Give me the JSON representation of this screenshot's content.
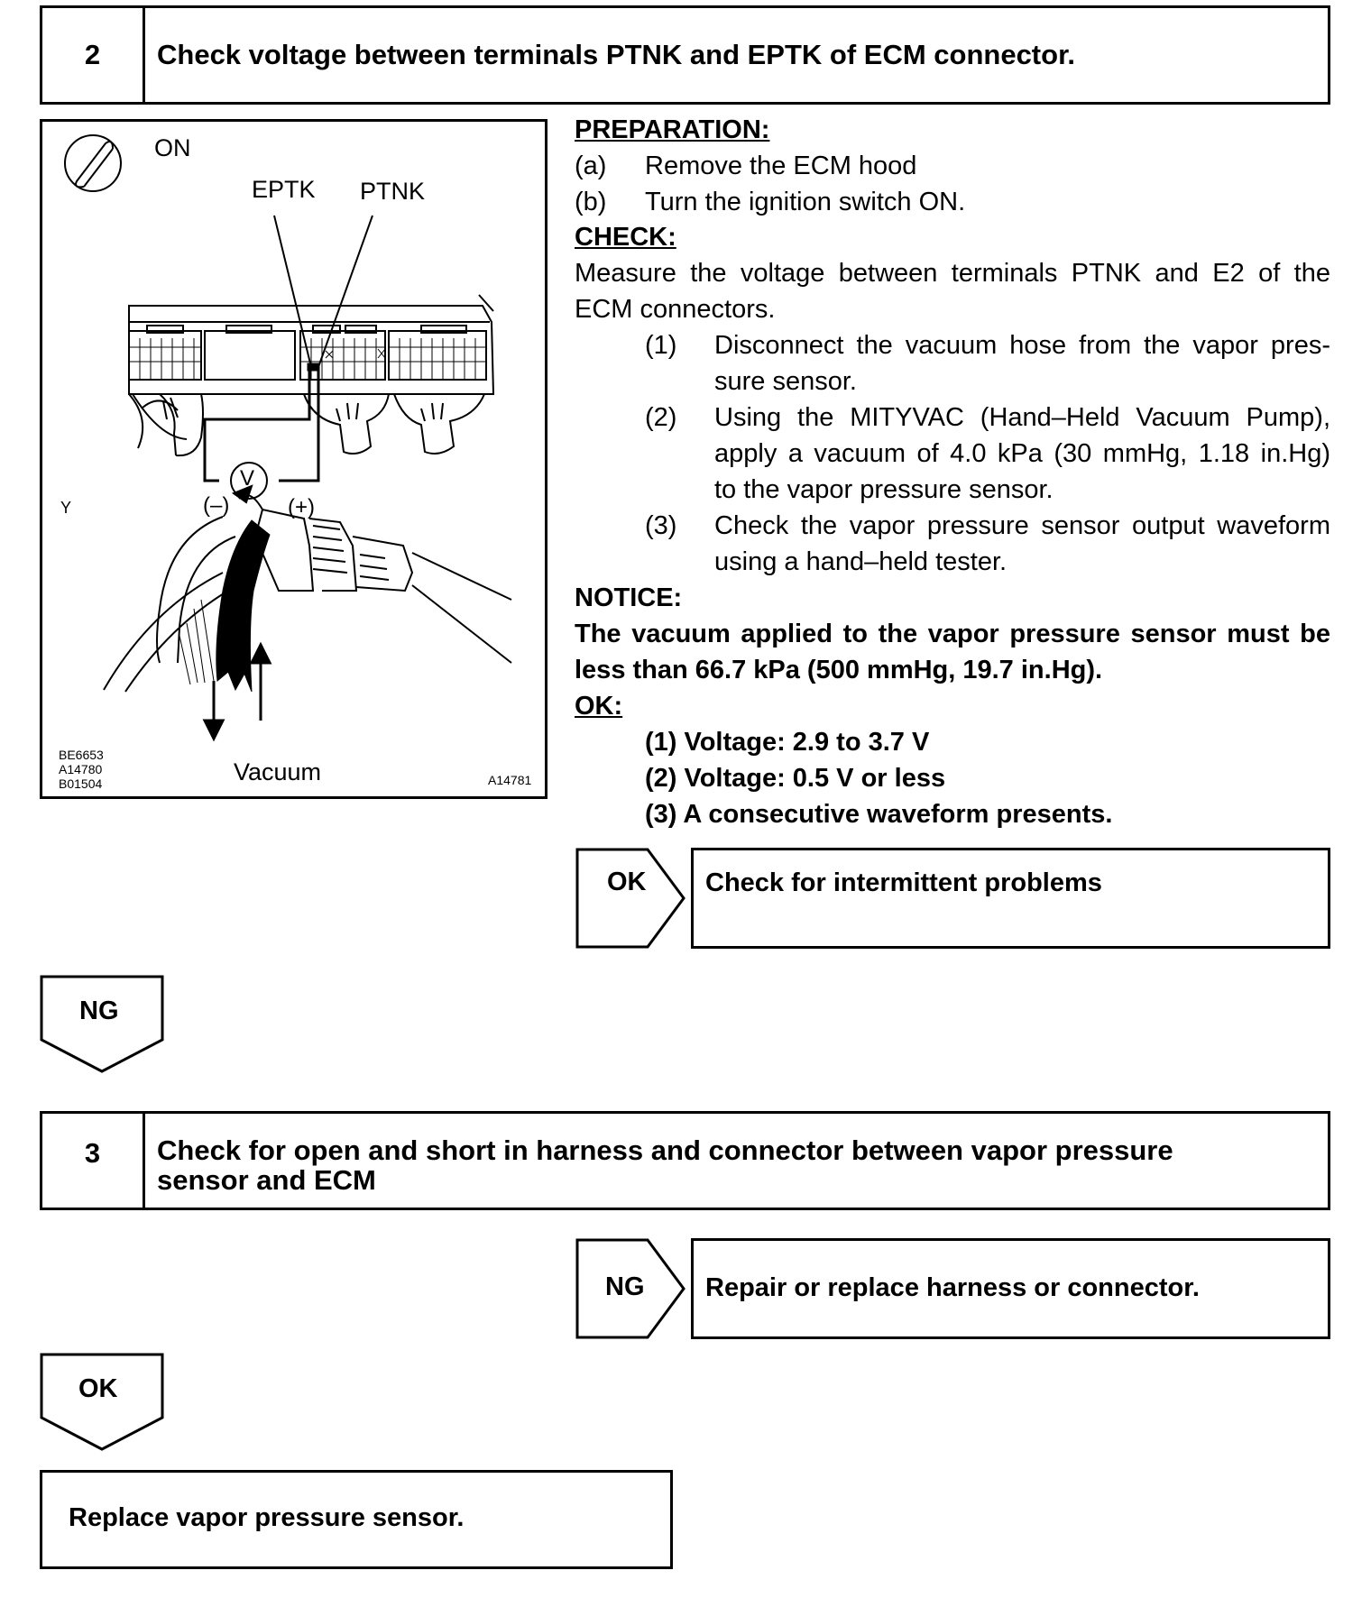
{
  "step2": {
    "number": "2",
    "title": "Check voltage between terminals PTNK and EPTK of ECM connector."
  },
  "figure": {
    "ignition_label": "ON",
    "terminal_eptk": "EPTK",
    "terminal_ptnk": "PTNK",
    "voltmeter": "V",
    "minus": "(–)",
    "plus": "(+)",
    "y_label": "Y",
    "vacuum_label": "Vacuum",
    "codes": [
      "BE6653",
      "A14780",
      "B01504"
    ],
    "figure_code": "A14781"
  },
  "procedure": {
    "preparation_heading": "PREPARATION:",
    "prep_steps": [
      {
        "marker": "(a)",
        "text": "Remove the ECM hood"
      },
      {
        "marker": "(b)",
        "text": "Turn the ignition switch ON."
      }
    ],
    "check_heading": "CHECK:",
    "check_intro_line1": "Measure the voltage between terminals PTNK and E2 of the",
    "check_intro_line2": "ECM connectors.",
    "check_steps": [
      {
        "marker": "(1)",
        "line1": "Disconnect the vacuum hose from the vapor pres-",
        "line2": "sure sensor."
      },
      {
        "marker": "(2)",
        "line1": "Using the MITYVAC (Hand–Held Vacuum Pump),",
        "line2": "apply a vacuum of 4.0 kPa (30 mmHg, 1.18 in.Hg)",
        "line3": "to the vapor pressure sensor."
      },
      {
        "marker": "(3)",
        "line1": "Check the vapor pressure sensor output waveform",
        "line2": "using a hand–held tester."
      }
    ],
    "notice_heading": "NOTICE:",
    "notice_line1": "The vacuum applied to the vapor pressure sensor must be",
    "notice_line2": "less than 66.7 kPa (500 mmHg, 19.7 in.Hg).",
    "ok_heading": "OK:",
    "ok_items": [
      "(1) Voltage: 2.9 to 3.7 V",
      "(2) Voltage: 0.5 V or less",
      "(3) A consecutive waveform presents."
    ]
  },
  "result_ok_step2": {
    "label": "OK",
    "action": "Check for intermittent problems"
  },
  "flow_ng_step2": {
    "label": "NG"
  },
  "step3": {
    "number": "3",
    "title_line1": "Check for open and short in harness and connector between vapor pressure",
    "title_line2": "sensor and ECM"
  },
  "result_ng_step3": {
    "label": "NG",
    "action": "Repair or replace harness or connector."
  },
  "flow_ok_step3": {
    "label": "OK"
  },
  "final_action": {
    "text": "Replace vapor pressure sensor."
  }
}
